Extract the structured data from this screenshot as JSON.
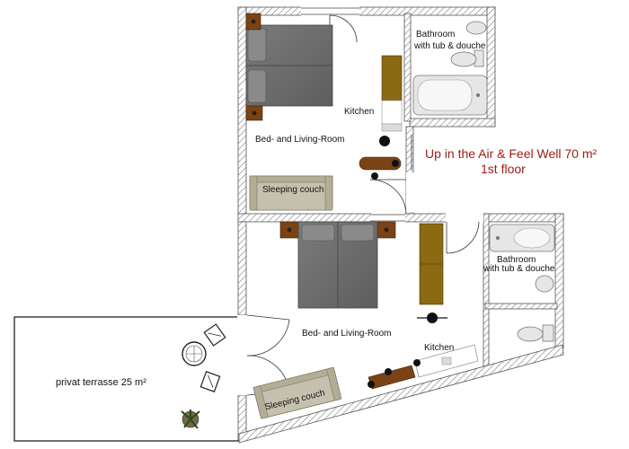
{
  "title": {
    "line1": "Up in the Air & Feel Well 70 m²",
    "line2": "1st floor"
  },
  "labels": {
    "bathroom_top": "Bathroom",
    "bathroom_top_sub": "with tub & douche",
    "kitchen_top": "Kitchen",
    "living_top": "Bed- and Living-Room",
    "couch_top": "Sleeping couch",
    "bathroom_bottom": "Bathroom",
    "bathroom_bottom_sub": "with tub & douche",
    "living_bottom": "Bed- and Living-Room",
    "kitchen_bottom": "Kitchen",
    "couch_bottom": "Sleeping couch",
    "terrace": "privat terrasse 25 m²"
  },
  "colors": {
    "title": "#9b1c10",
    "wall_hatch": "#9a9a9a",
    "bed": "#6f6f6f",
    "nightstand": "#7a4315",
    "counter": "#8a6a12",
    "couch": "#c6c1ae",
    "sanitary": "#e6e6e6"
  },
  "icons": [
    "bed-icon",
    "nightstand-icon",
    "sofa-icon",
    "bathtub-icon",
    "toilet-icon",
    "sink-icon",
    "chair-icon",
    "table-icon",
    "plant-icon",
    "door-swing-icon"
  ]
}
